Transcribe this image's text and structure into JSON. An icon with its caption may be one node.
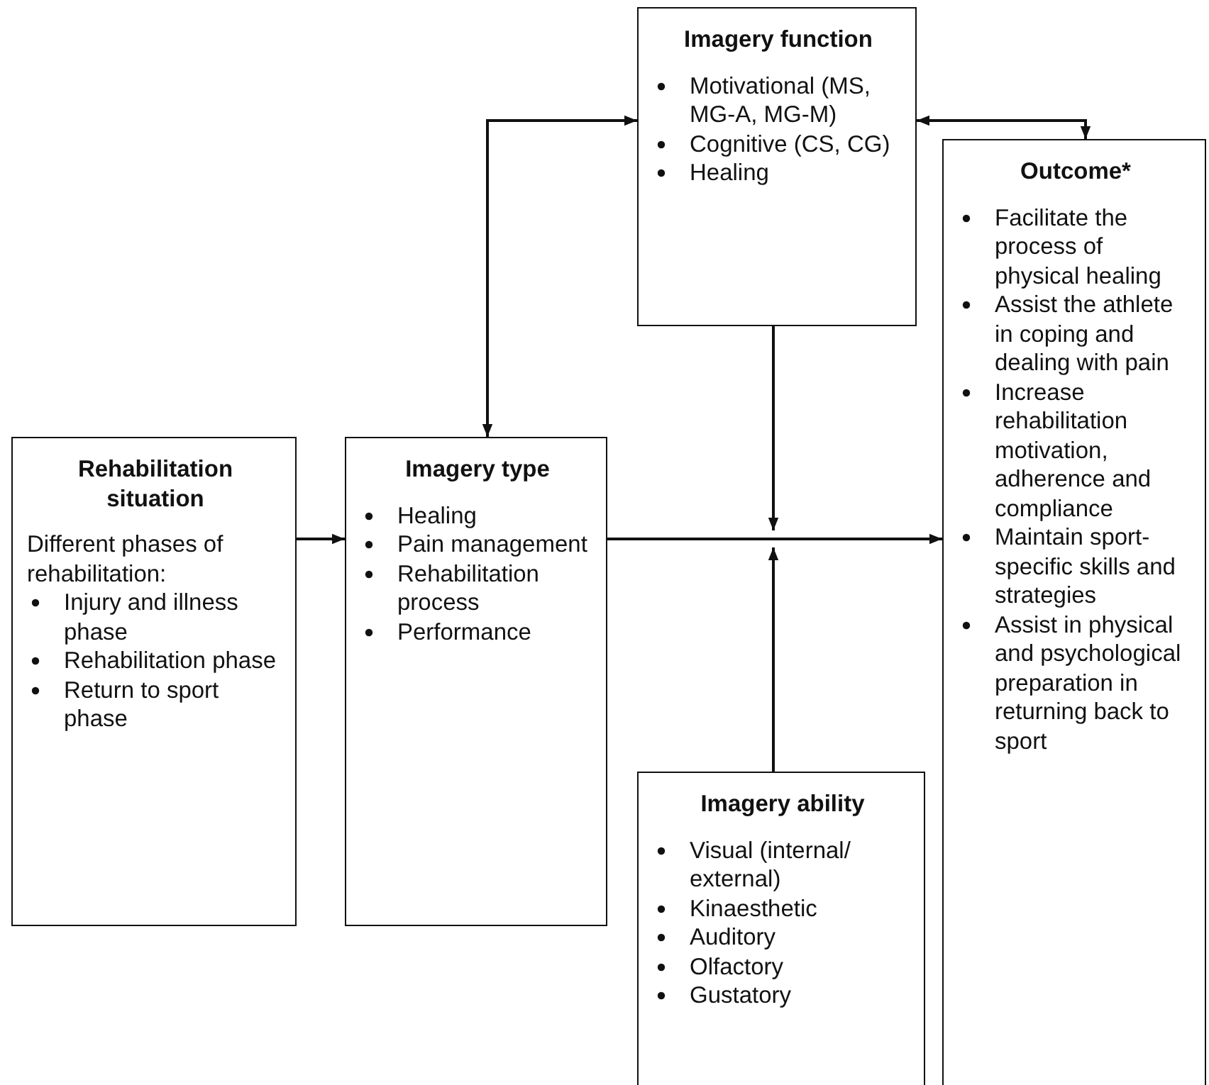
{
  "diagram": {
    "nodes": [
      {
        "text": [
          "Rehabilitation situation",
          "Different phases of rehabilitation:",
          "Injury and illness phase",
          "Rehabilitation phase",
          "Return to sport phase"
        ]
      },
      {
        "text": [
          "Imagery type",
          "Healing",
          "Pain management",
          "Rehabilitation process",
          "Performance"
        ]
      },
      {
        "text": [
          "Imagery function",
          "Motivational (MS, MG-A, MG-M)",
          "Cognitive (CS, CG)",
          "Healing"
        ]
      },
      {
        "text": [
          "Imagery ability",
          "Visual (internal/ external)",
          "Kinaesthetic",
          "Auditory",
          "Olfactory",
          "Gustatory"
        ]
      },
      {
        "text": [
          "Outcome*",
          "Facilitate the process of physical healing",
          "Assist the athlete in coping and dealing with pain",
          "Increase rehabilitation motivation, adherence and compliance",
          "Maintain sport-specific skills and strategies",
          "Assist in physical and psychological preparation in returning back to sport"
        ]
      }
    ],
    "edges": [
      {
        "from": 0,
        "to": 1,
        "arrow": "to"
      },
      {
        "from": 1,
        "to": 2,
        "arrow": "both"
      },
      {
        "from": 2,
        "to": 4,
        "arrow": "both"
      },
      {
        "from": 1,
        "to": 4,
        "arrow": "to"
      },
      {
        "from": 2,
        "to": null,
        "arrow": "to"
      },
      {
        "from": 3,
        "to": null,
        "arrow": "to"
      }
    ]
  }
}
